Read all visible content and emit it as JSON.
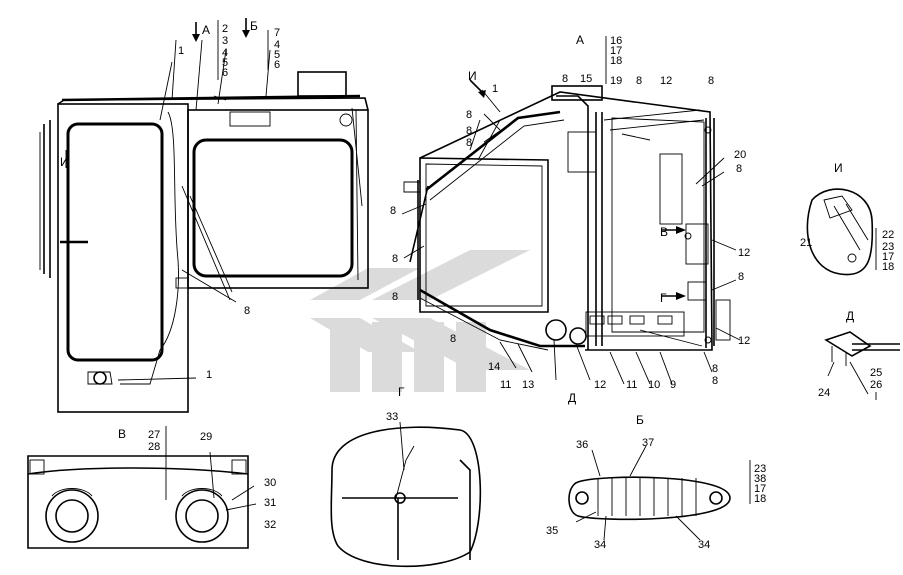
{
  "views": {
    "a_arrow": "А",
    "b_arrow": "Б",
    "a_title": "А",
    "b_title": "Б",
    "v_title": "В",
    "g_title": "Г",
    "i_title": "И",
    "d_title": "Д",
    "i_arrow": "И",
    "g_arrow": "Г",
    "v_arrow": "В",
    "d_arrow": "Д",
    "i_side": "И"
  },
  "callouts": {
    "c1": "1",
    "c2": "2",
    "c3": "3",
    "c4": "4",
    "c5": "5",
    "c6": "6",
    "c7": "7",
    "c8": "8",
    "c9": "9",
    "c10": "10",
    "c11": "11",
    "c12": "12",
    "c13": "13",
    "c14": "14",
    "c15": "15",
    "c16": "16",
    "c17": "17",
    "c18": "18",
    "c19": "19",
    "c20": "20",
    "c21": "21",
    "c22": "22",
    "c23": "23",
    "c24": "24",
    "c25": "25",
    "c26": "26",
    "c27": "27",
    "c28": "28",
    "c29": "29",
    "c30": "30",
    "c31": "31",
    "c32": "32",
    "c33": "33",
    "c34": "34",
    "c35": "35",
    "c36": "36",
    "c37": "37",
    "c38": "38"
  },
  "colors": {
    "line": "#000000",
    "watermark": "#c8c8c8",
    "background": "#ffffff"
  }
}
